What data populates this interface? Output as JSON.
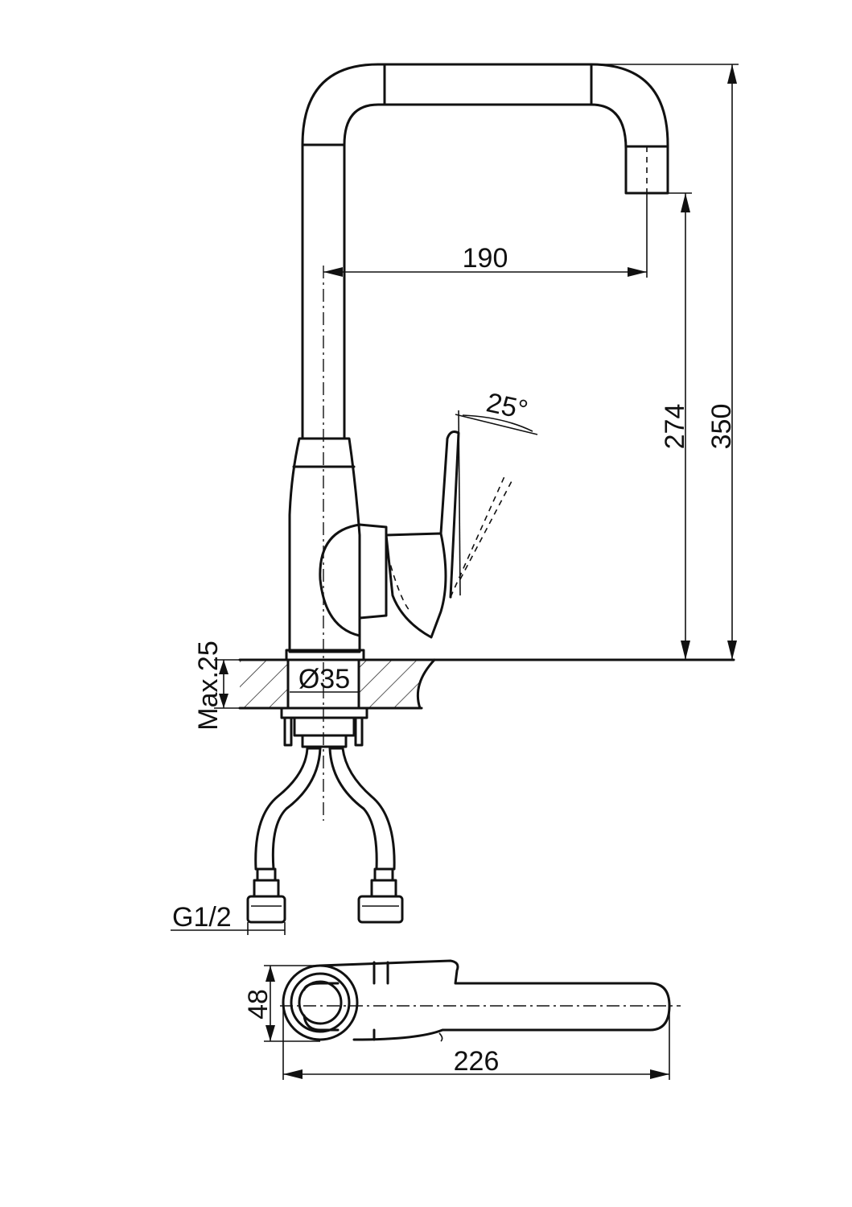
{
  "dimensions": {
    "reach": "190",
    "spout_height": "274",
    "total_height": "350",
    "handle_angle": "25°",
    "max_deck_thickness": "Max.25",
    "mount_hole": "Ø35",
    "thread": "G1/2",
    "base_width": "48",
    "total_length": "226"
  },
  "colors": {
    "line": "#111111",
    "background": "#ffffff"
  }
}
